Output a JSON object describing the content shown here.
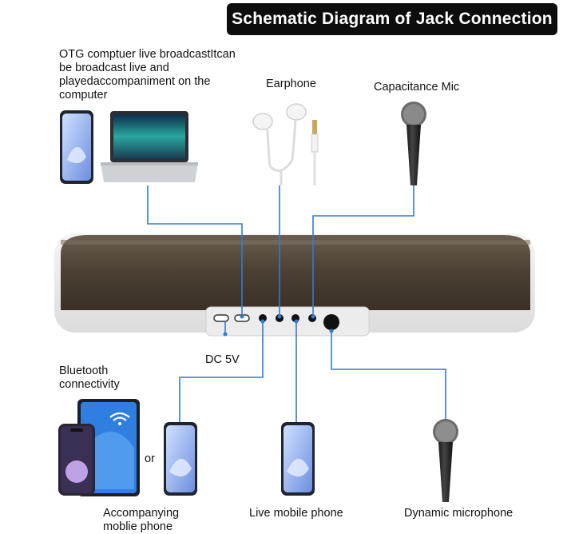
{
  "title": "Schematic Diagram of Jack Connection",
  "labels": {
    "otg": "OTG comptuer live broadcastItcan be broadcast live and playedaccompaniment on the computer",
    "earphone": "Earphone",
    "capacitance_mic": "Capacitance Mic",
    "dc": "DC 5V",
    "bluetooth": "Bluetooth connectivity",
    "or": "or",
    "accompanying": "Accompanying moblie phone",
    "live_phone": "Live mobile phone",
    "dynamic_mic": "Dynamic microphone"
  },
  "colors": {
    "connector_line": "#2f7bd6",
    "device_body": "#4a3f32",
    "device_base": "#e9e9e9",
    "title_bg": "#0d0d0d"
  }
}
